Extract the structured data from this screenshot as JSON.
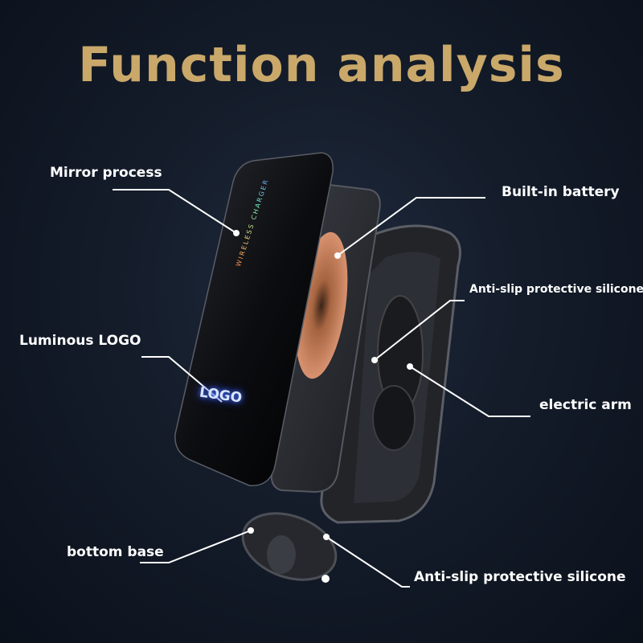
{
  "title": "Function analysis",
  "labels": {
    "mirror_process": "Mirror process",
    "built_in_battery": "Built-in battery",
    "anti_slip_top": "Anti-slip protective silicone",
    "luminous_logo": "Luminous LOGO",
    "electric_arm": "electric arm",
    "bottom_base": "bottom base",
    "anti_slip_bottom": "Anti-slip protective silicone"
  },
  "device": {
    "logo_text": "LOGO",
    "wireless_text": "WIRELESS CHARGER"
  },
  "colors": {
    "title": "#c9a86a",
    "label": "#ffffff",
    "background": "#141c2a",
    "coil": "#c9805a",
    "logo_glow": "#4a74ff"
  }
}
